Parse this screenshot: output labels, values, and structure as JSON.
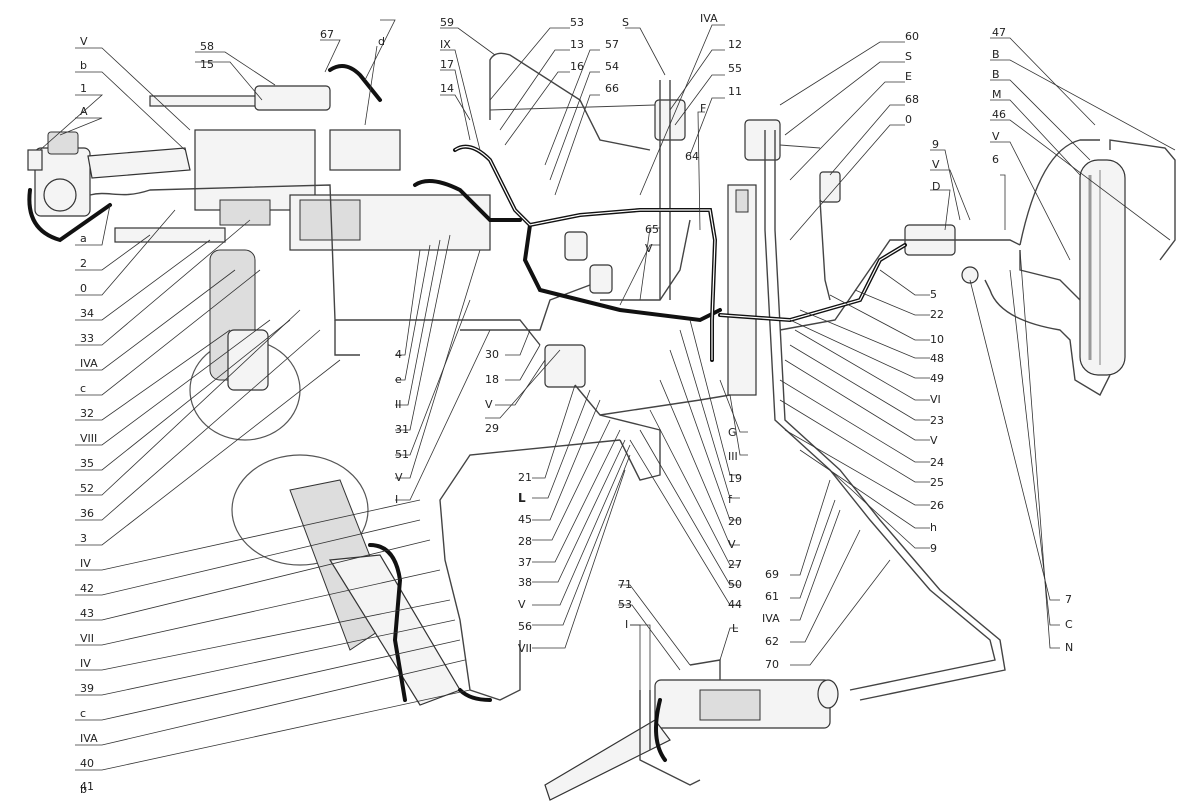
{
  "labels": {
    "t_V1": "V",
    "t_b1": "b",
    "t_1": "1",
    "t_A": "A",
    "t_a": "a",
    "t_2": "2",
    "t_0a": "0",
    "t_34": "34",
    "t_33": "33",
    "t_IVA1": "IVA",
    "t_c1": "c",
    "t_32": "32",
    "t_VIII": "VIII",
    "t_35": "35",
    "t_52": "52",
    "t_36": "36",
    "t_3": "3",
    "t_IV1": "IV",
    "t_42": "42",
    "t_43": "43",
    "t_VII1": "VII",
    "t_IV2": "IV",
    "t_39": "39",
    "t_c2": "c",
    "t_IVA2": "IVA",
    "t_40": "40",
    "t_41": "41",
    "t_b2": "b",
    "t_58": "58",
    "t_15": "15",
    "t_67": "67",
    "t_d": "d",
    "t_59": "59",
    "t_IX": "IX",
    "t_17": "17",
    "t_14": "14",
    "t_53a": "53",
    "t_13": "13",
    "t_16": "16",
    "t_S1": "S",
    "t_57": "57",
    "t_54": "54",
    "t_66": "66",
    "t_IVA3": "IVA",
    "t_12": "12",
    "t_55": "55",
    "t_11": "11",
    "t_F": "F",
    "t_60": "60",
    "t_S2": "S",
    "t_E": "E",
    "t_68": "68",
    "t_0b": "0",
    "t_9": "9",
    "t_V2": "V",
    "t_D": "D",
    "t_47": "47",
    "t_B1": "B",
    "t_B2": "B",
    "t_M": "M",
    "t_46": "46",
    "t_V3": "V",
    "t_6": "6",
    "t_64": "64",
    "t_65": "65",
    "t_V4": "V",
    "t_4": "4",
    "t_e": "e",
    "t_II": "II",
    "t_31": "31",
    "t_51": "51",
    "t_V5": "V",
    "t_I1": "I",
    "t_30": "30",
    "t_18": "18",
    "t_V6": "V",
    "t_29": "29",
    "t_21": "21",
    "t_L1": "L",
    "t_45": "45",
    "t_28": "28",
    "t_37": "37",
    "t_38": "38",
    "t_V7": "V",
    "t_56": "56",
    "t_VII2": "VII",
    "t_G": "G",
    "t_III": "III",
    "t_19": "19",
    "t_f": "f",
    "t_20": "20",
    "t_V8": "V",
    "t_27": "27",
    "t_50": "50",
    "t_44": "44",
    "t_5": "5",
    "t_22": "22",
    "t_10": "10",
    "t_48": "48",
    "t_49": "49",
    "t_VI": "VI",
    "t_23": "23",
    "t_V9": "V",
    "t_24": "24",
    "t_25": "25",
    "t_26": "26",
    "t_h": "h",
    "t_9b": "9",
    "t_69": "69",
    "t_61": "61",
    "t_IVA4": "IVA",
    "t_62": "62",
    "t_70": "70",
    "t_7": "7",
    "t_C": "C",
    "t_N": "N",
    "t_71": "71",
    "t_53b": "53",
    "t_I2": "I",
    "t_L2": "L"
  }
}
